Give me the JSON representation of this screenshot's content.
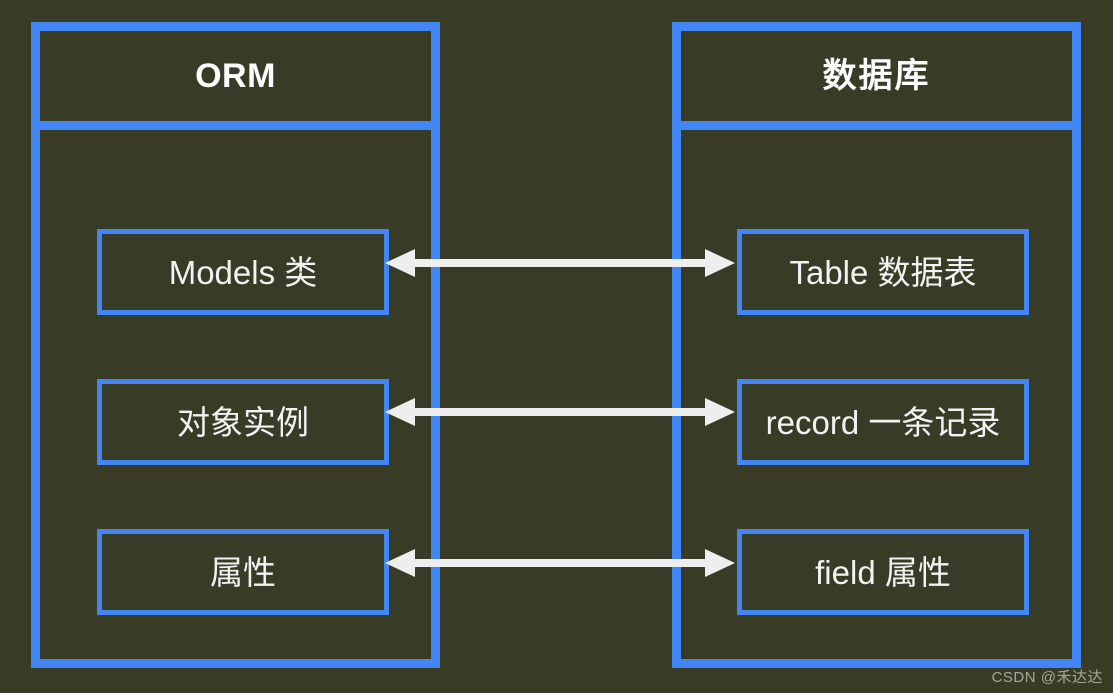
{
  "canvas": {
    "background_color": "#383b25",
    "accent_color": "#4285f4",
    "text_color": "#f2f2f2",
    "arrow_color": "#eeeeee"
  },
  "panels": [
    {
      "id": "orm",
      "title": "ORM",
      "items": [
        {
          "label": "Models 类"
        },
        {
          "label": "对象实例"
        },
        {
          "label": "属性"
        }
      ]
    },
    {
      "id": "database",
      "title": "数据库",
      "items": [
        {
          "label": "Table 数据表"
        },
        {
          "label": "record 一条记录"
        },
        {
          "label": "field 属性"
        }
      ]
    }
  ],
  "connectors": [
    {
      "id": "connector-models-table",
      "style": "double-headed-arrow"
    },
    {
      "id": "connector-instance-record",
      "style": "double-headed-arrow"
    },
    {
      "id": "connector-attribute-field",
      "style": "double-headed-arrow"
    }
  ],
  "watermark": {
    "text": "CSDN @禾达达"
  }
}
